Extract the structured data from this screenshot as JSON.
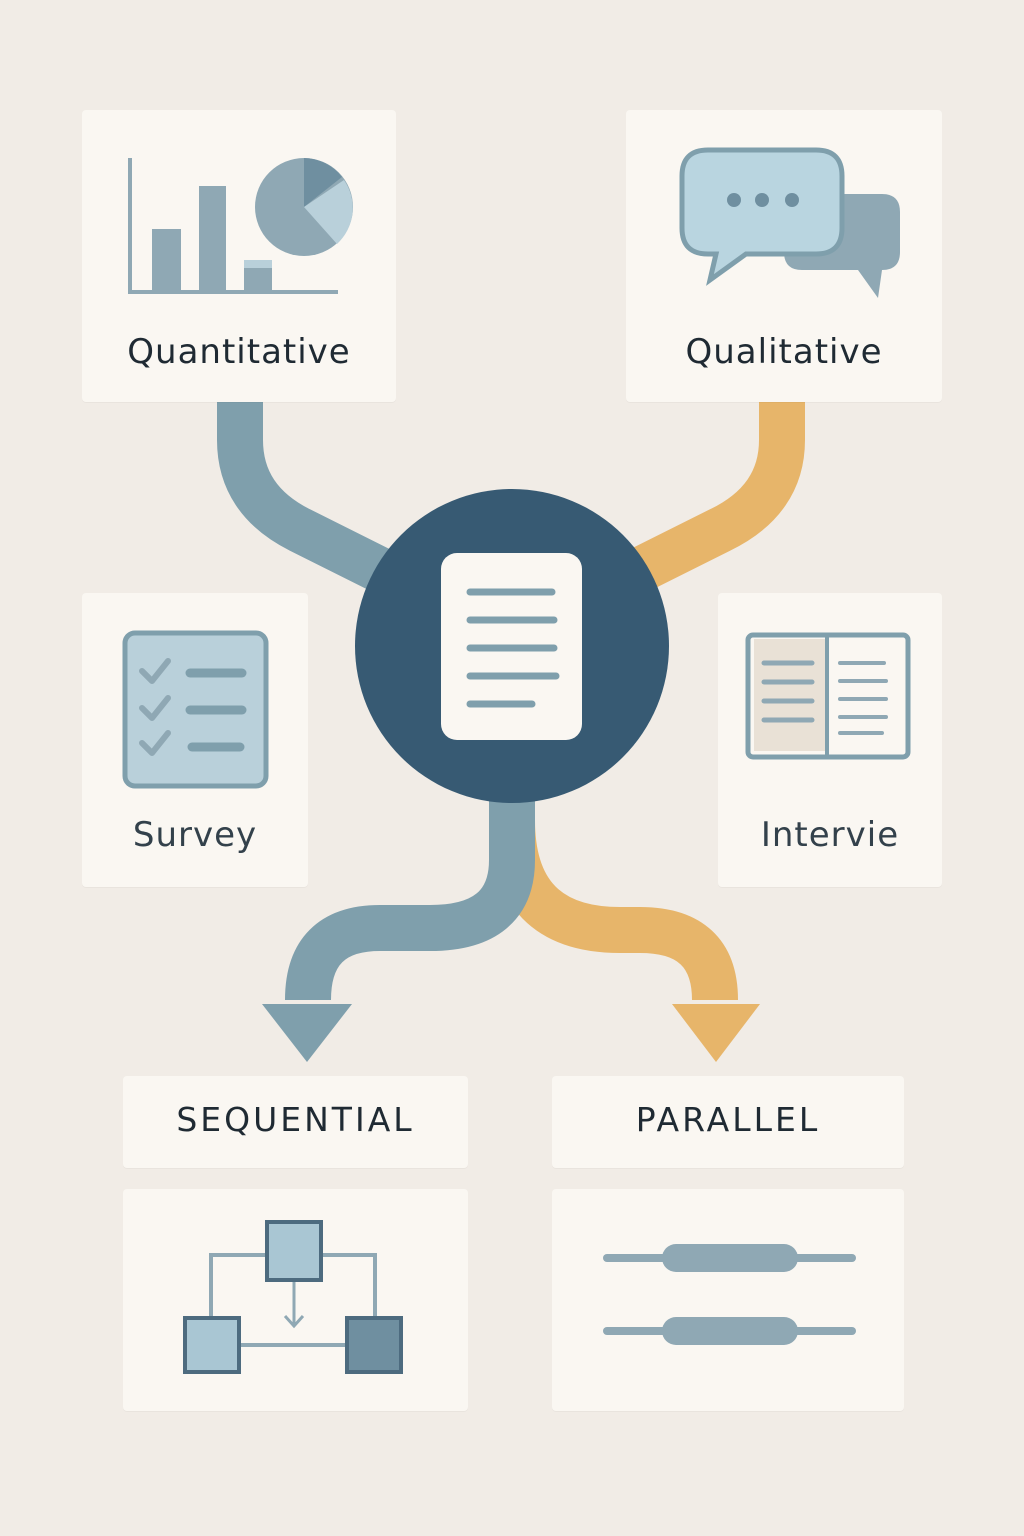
{
  "cards": {
    "quantitative": {
      "label": "Quantitative",
      "icon": "bar-and-pie-chart-icon"
    },
    "qualitative": {
      "label": "Qualitative",
      "icon": "speech-bubbles-icon"
    },
    "survey": {
      "label": "Survey",
      "icon": "checklist-icon"
    },
    "interview": {
      "label": "Intervie",
      "icon": "open-book-icon"
    },
    "sequential": {
      "label": "SEQUENTIAL",
      "icon": "sequential-flow-icon"
    },
    "parallel": {
      "label": "PARALLEL",
      "icon": "parallel-lines-icon"
    }
  },
  "center": {
    "icon": "document-icon"
  },
  "colors": {
    "background": "#F1ECE6",
    "card": "#FAF7F2",
    "blue_flow": "#7F9FAC",
    "orange_flow": "#E7B56A",
    "center_circle": "#375A73",
    "icon_light": "#A9C6D3",
    "icon_dark": "#6F8FA0",
    "text": "#1F2A33"
  }
}
